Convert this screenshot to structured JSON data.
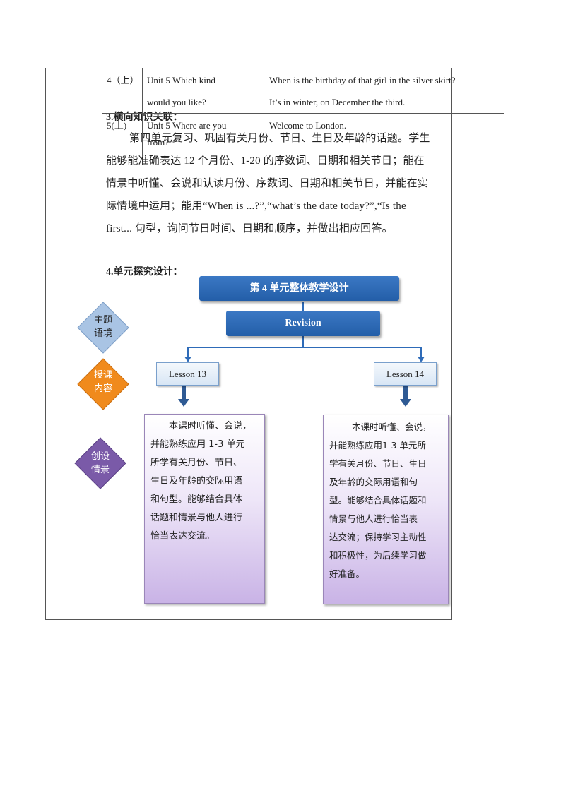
{
  "table": {
    "rows": [
      {
        "unit_no": "4（上）",
        "unit_title_1": "Unit 5 Which  kind",
        "unit_title_2": "would you like?",
        "sentence_1": "When is the birthday  of that girl  in the  silver  skirt?",
        "sentence_2": "It’s in winter,  on December  the third."
      },
      {
        "unit_no": "5(上)",
        "unit_title_1": "Unit  5 Where  are you",
        "unit_title_2": "from?",
        "sentence_1": "Welcome  to London.",
        "sentence_2": ""
      }
    ]
  },
  "section3": {
    "heading": "3.横向知识关联：",
    "lines": [
      "第四单元复习、巩固有关月份、节日、生日及年龄的话题。学生",
      "能够能准确表达 12 个月份、1-20 的序数词、日期和相关节日；能在",
      "情景中听懂、会说和认读月份、序数词、日期和相关节日，并能在实",
      "际情境中运用；能用“When is ...?”,“what’s the date today?”,“Is the",
      "first... 句型，询问节日时间、日期和顺序，并做出相应回答。"
    ]
  },
  "section4": {
    "heading": "4.单元探究设计：",
    "diagram": {
      "top_box": "第 4 单元整体教学设计",
      "revision_box": "Revision",
      "diamonds": [
        "主题\n语境",
        "授课\n内容",
        "创设\n情景"
      ],
      "diamond_colors": [
        "#a9c4e4",
        "#f08a1c",
        "#7a5aa8"
      ],
      "lesson_left": "Lesson 13",
      "lesson_right": "Lesson 14",
      "left_text": [
        "本课时听懂、会说，",
        "并能熟练应用 1-3 单元",
        "所学有关月份、节日、",
        "生日及年龄的交际用语",
        "和句型。能够结合具体",
        "话题和情景与他人进行",
        "恰当表达交流。"
      ],
      "right_text": [
        "本课时听懂、会说，",
        "并能熟练应用1-3 单元所",
        "学有关月份、节日、生日",
        "及年龄的交际用语和句",
        "型。能够结合具体话题和",
        "情景与他人进行恰当表",
        "达交流；保持学习主动性",
        "和积极性，为后续学习做",
        "好准备。"
      ]
    }
  }
}
